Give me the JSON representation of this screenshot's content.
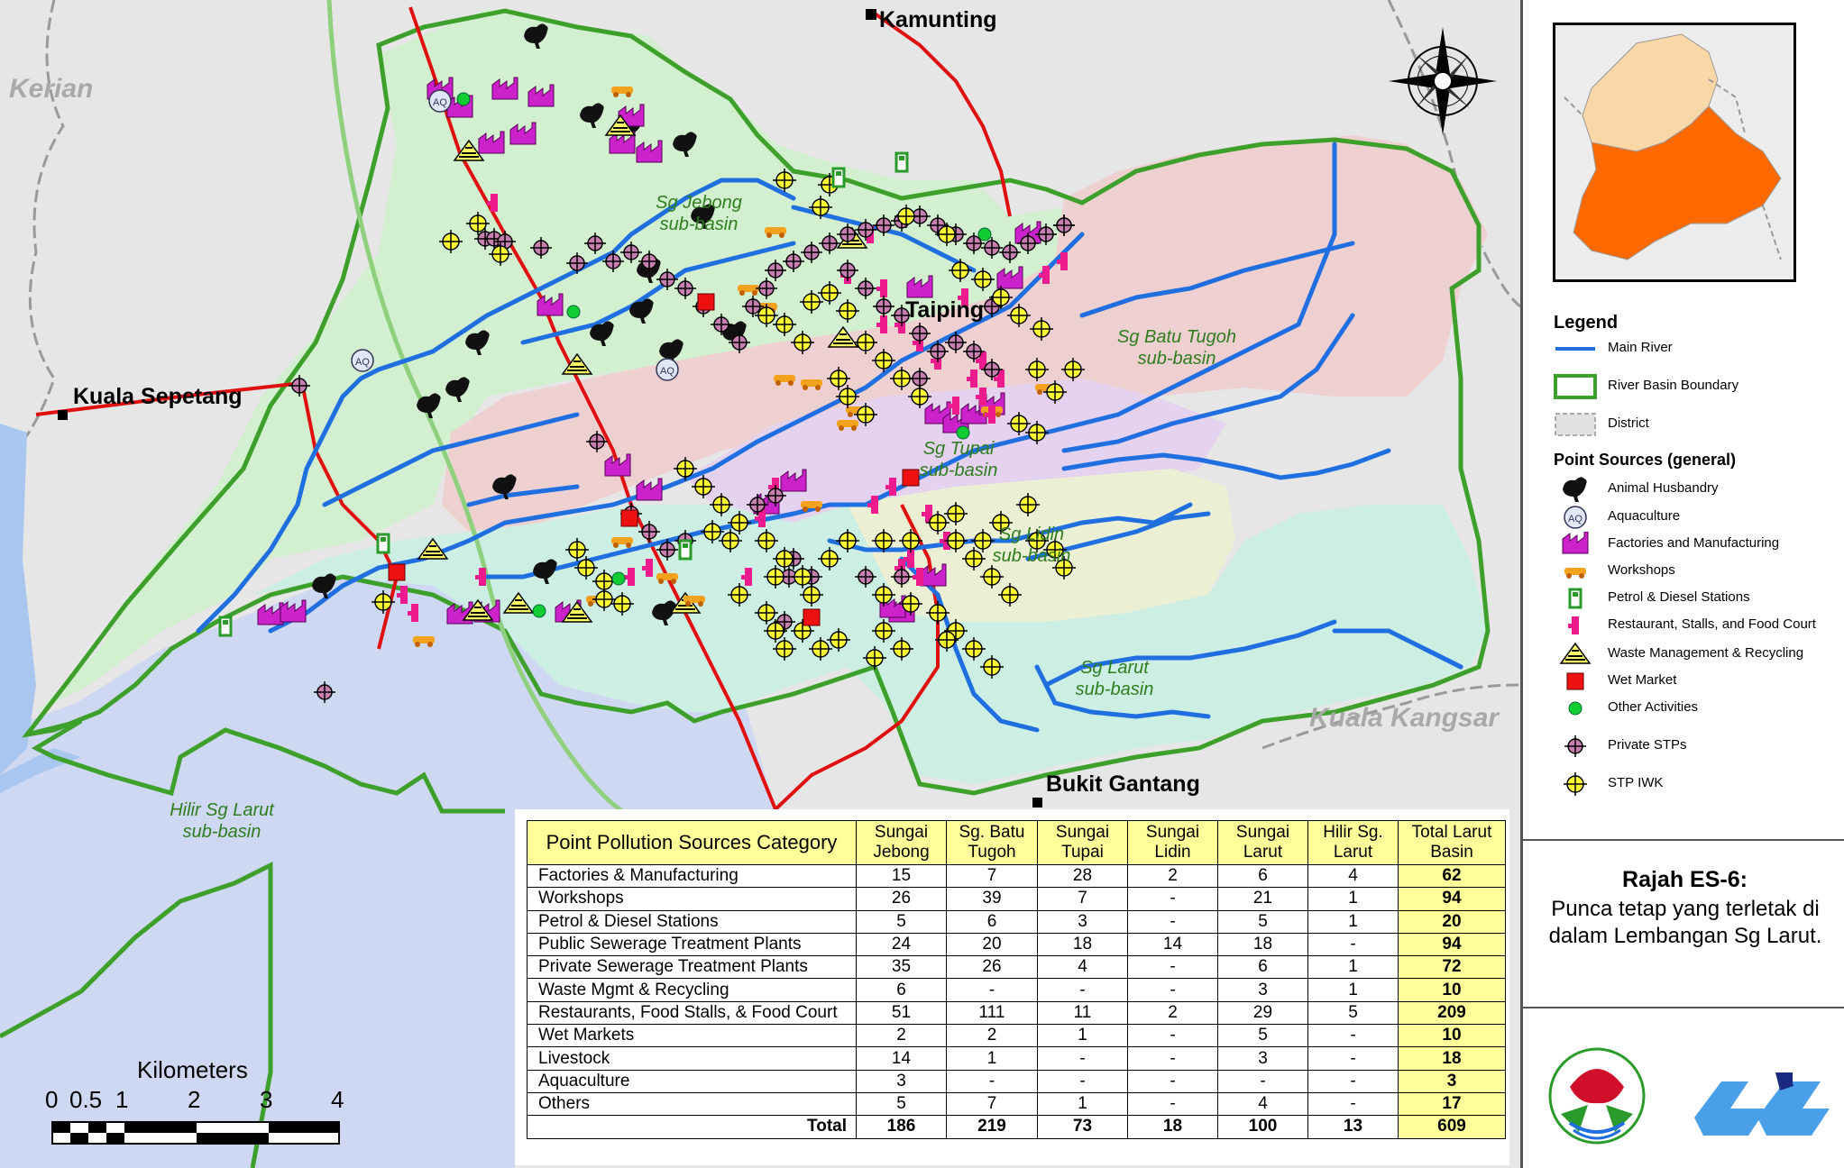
{
  "map": {
    "places": {
      "kamunting": "Kamunting",
      "kuala_sepetang": "Kuala Sepetang",
      "taiping": "Taiping",
      "bukit_gantang": "Bukit Gantang"
    },
    "districts": {
      "kerian": "Kerian",
      "kuala_kangsar": "Kuala Kangsar"
    },
    "sub_basins": {
      "jebong": [
        "Sg Jebong",
        "sub-basin"
      ],
      "batu_tugoh": [
        "Sg Batu Tugoh",
        "sub-basin"
      ],
      "tupai": [
        "Sg Tupai",
        "sub-basin"
      ],
      "lidin": [
        "Sg Lidin",
        "sub-basin"
      ],
      "larut": [
        "Sg Larut",
        "sub-basin"
      ],
      "hilir": [
        "Hilir Sg Larut",
        "sub-basin"
      ]
    },
    "scale": {
      "title": "Kilometers",
      "ticks": [
        "0",
        "0.5",
        "1",
        "2",
        "3",
        "4"
      ]
    },
    "colors": {
      "jebong": "#d2f0d0",
      "batu_tugoh": "#efd0d0",
      "tupai": "#e4d2ee",
      "lidin": "#ebf0d5",
      "larut": "#cdeee3",
      "hilir": "#cfd8f3",
      "boundary": "#4aa82e",
      "river": "#1f6fe0",
      "road": "#e01010",
      "water": "#a9c6ef"
    }
  },
  "table": {
    "headers": {
      "category": "Point Pollution Sources Category",
      "jebong": [
        "Sungai",
        "Jebong"
      ],
      "batu_tugoh": [
        "Sg. Batu",
        "Tugoh"
      ],
      "tupai": [
        "Sungai",
        "Tupai"
      ],
      "lidin": [
        "Sungai",
        "Lidin"
      ],
      "larut": [
        "Sungai",
        "Larut"
      ],
      "hilir": [
        "Hilir Sg.",
        "Larut"
      ],
      "total": [
        "Total Larut",
        "Basin"
      ]
    },
    "rows": [
      {
        "category": "Factories & Manufacturing",
        "values": [
          "15",
          "7",
          "28",
          "2",
          "6",
          "4"
        ],
        "total": "62"
      },
      {
        "category": "Workshops",
        "values": [
          "26",
          "39",
          "7",
          "-",
          "21",
          "1"
        ],
        "total": "94"
      },
      {
        "category": "Petrol & Diesel Stations",
        "values": [
          "5",
          "6",
          "3",
          "-",
          "5",
          "1"
        ],
        "total": "20"
      },
      {
        "category": "Public Sewerage Treatment Plants",
        "values": [
          "24",
          "20",
          "18",
          "14",
          "18",
          "-"
        ],
        "total": "94"
      },
      {
        "category": "Private Sewerage Treatment Plants",
        "values": [
          "35",
          "26",
          "4",
          "-",
          "6",
          "1"
        ],
        "total": "72"
      },
      {
        "category": "Waste Mgmt & Recycling",
        "values": [
          "6",
          "-",
          "-",
          "-",
          "3",
          "1"
        ],
        "total": "10"
      },
      {
        "category": "Restaurants, Food Stalls, & Food Court",
        "values": [
          "51",
          "111",
          "11",
          "2",
          "29",
          "5"
        ],
        "total": "209"
      },
      {
        "category": "Wet Markets",
        "values": [
          "2",
          "2",
          "1",
          "-",
          "5",
          "-"
        ],
        "total": "10"
      },
      {
        "category": "Livestock",
        "values": [
          "14",
          "1",
          "-",
          "-",
          "3",
          "-"
        ],
        "total": "18"
      },
      {
        "category": "Aquaculture",
        "values": [
          "3",
          "-",
          "-",
          "-",
          "-",
          "-"
        ],
        "total": "3"
      },
      {
        "category": "Others",
        "values": [
          "5",
          "7",
          "1",
          "-",
          "4",
          "-"
        ],
        "total": "17"
      }
    ],
    "total_row": {
      "label": "Total",
      "values": [
        "186",
        "219",
        "73",
        "18",
        "100",
        "13"
      ],
      "total": "609"
    }
  },
  "legend": {
    "title": "Legend",
    "items": [
      {
        "label": "Main River",
        "icon": "river-line-icon"
      },
      {
        "label": "River Basin Boundary",
        "icon": "basin-boundary-icon"
      },
      {
        "label": "District",
        "icon": "district-icon"
      }
    ],
    "point_sources_title": "Point Sources (general)",
    "point_sources": [
      {
        "label": "Animal Husbandry",
        "icon": "chicken-icon"
      },
      {
        "label": "Aquaculture",
        "icon": "aquaculture-icon"
      },
      {
        "label": "Factories and Manufacturing",
        "icon": "factory-icon"
      },
      {
        "label": "Workshops",
        "icon": "workshop-icon"
      },
      {
        "label": "Petrol & Diesel Stations",
        "icon": "fuel-pump-icon"
      },
      {
        "label": "Restaurant, Stalls, and Food Court",
        "icon": "restaurant-icon"
      },
      {
        "label": "Waste Management & Recycling",
        "icon": "waste-icon"
      },
      {
        "label": "Wet Market",
        "icon": "wet-market-icon"
      },
      {
        "label": "Other Activities",
        "icon": "other-activities-icon"
      },
      {
        "label": "Private STPs",
        "icon": "private-stp-icon"
      },
      {
        "label": "STP IWK",
        "icon": "stp-iwk-icon"
      }
    ]
  },
  "figure": {
    "title": "Rajah ES-6:",
    "caption": "Punca tetap yang terletak di dalam Lembangan Sg Larut."
  }
}
